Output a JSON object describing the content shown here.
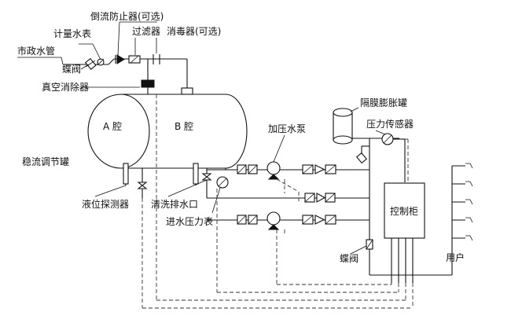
{
  "labels": {
    "backflow_preventer": "倒流防止器(可选)",
    "water_meter": "计量水表",
    "filter": "过滤器",
    "sterilizer": "消毒器(可选)",
    "municipal_pipe": "市政水管",
    "butterfly_valve_top": "蝶阀",
    "vacuum_eliminator": "真空消除器",
    "chamber_a": "A 腔",
    "chamber_b": "B 腔",
    "stabilizing_tank": "稳流调节罐",
    "level_detector": "液位探测器",
    "clean_drain": "清洗排水口",
    "inlet_pressure_gauge": "进水压力表",
    "booster_pump": "加压水泵",
    "diaphragm_tank": "隔膜膨胀罐",
    "pressure_sensor": "压力传感器",
    "control_cabinet": "控制柜",
    "butterfly_valve_bottom": "蝶阀",
    "user": "用户"
  }
}
